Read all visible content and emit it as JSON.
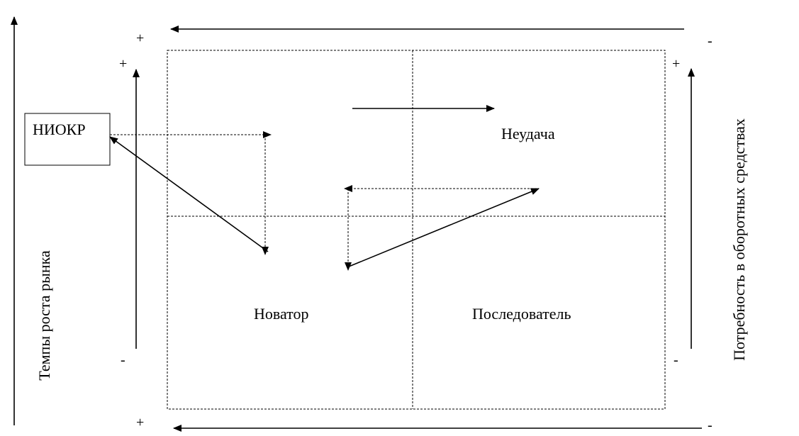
{
  "left_axis_label": "Темпы роста рынка",
  "right_axis_label": "Потребность в оборотных средствах",
  "box_label": "НИОКР",
  "quadrants": {
    "top_right": "Неудача",
    "bottom_left": "Новатор",
    "bottom_right": "Последователь"
  },
  "signs": {
    "top_left_plus": "+",
    "inner_left_plus": "+",
    "top_right_minus": "-",
    "inner_right_plus": "+",
    "inner_left_minus": "-",
    "inner_right_minus": "-",
    "bottom_left_plus": "+",
    "bottom_right_minus": "-"
  }
}
